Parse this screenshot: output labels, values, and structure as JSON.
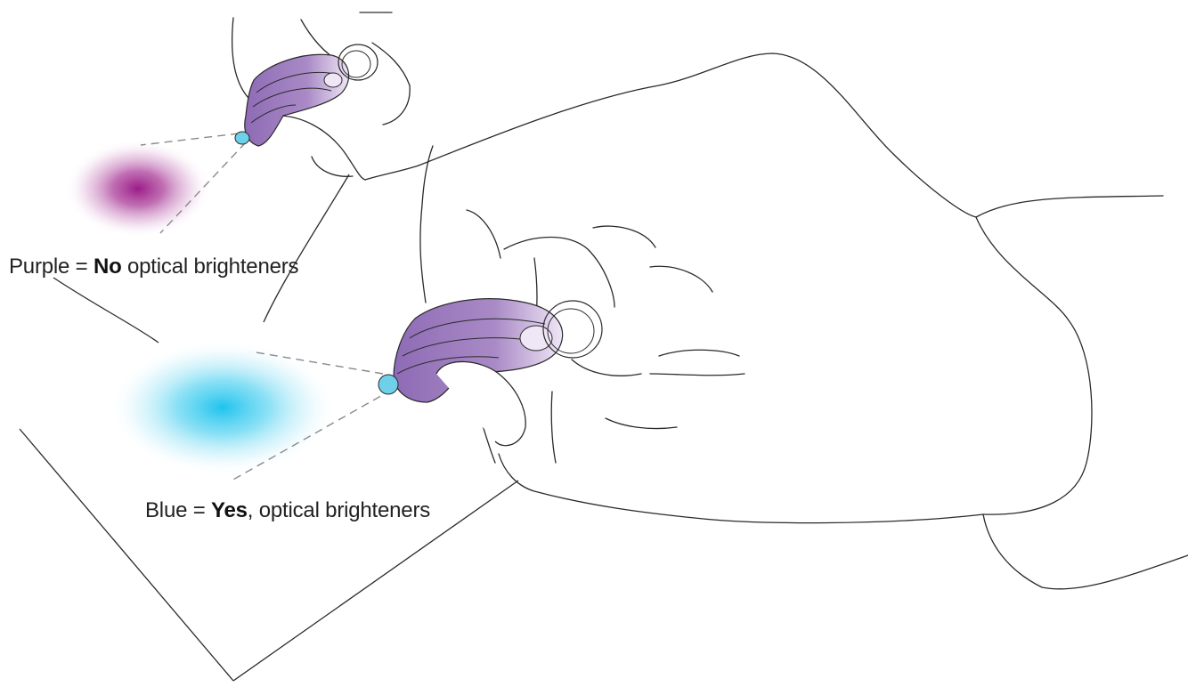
{
  "legend": {
    "no": {
      "color_word": "Purple",
      "equals": "=",
      "emphasis": "No",
      "rest": " optical brighteners"
    },
    "yes": {
      "color_word": "Blue",
      "equals": "=",
      "emphasis": "Yes",
      "rest": ", optical brighteners"
    }
  },
  "colors": {
    "purple_glow": "#a0288c",
    "blue_glow": "#25c8ee",
    "light_body": "#a98ac6",
    "light_body_highlight": "#e3d6ef",
    "light_lens": "#6fd0ea",
    "line": "#2a2a2a",
    "beam": "#8a8a8a"
  }
}
